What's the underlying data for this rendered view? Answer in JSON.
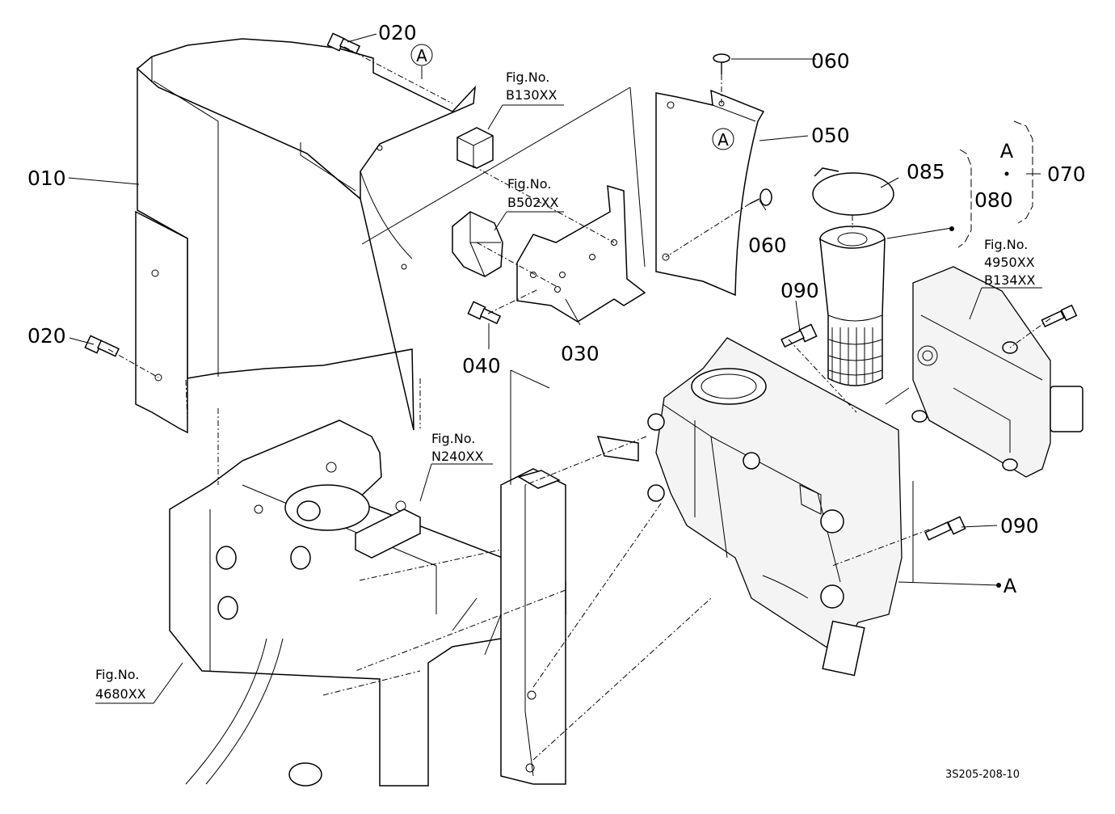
{
  "parts": {
    "p010": "010",
    "p020a": "020",
    "p020b": "020",
    "p030": "030",
    "p040": "040",
    "p050": "050",
    "p060a": "060",
    "p060b": "060",
    "p070": "070",
    "p080": "080",
    "p085": "085",
    "p090a": "090",
    "p090b": "090"
  },
  "refs": {
    "fig_prefix": "Fig.No.",
    "b130": "B130XX",
    "b502": "B502XX",
    "n240": "N240XX",
    "f4950": "4950XX",
    "b134": "B134XX",
    "f4680": "4680XX"
  },
  "markers": {
    "a_circle_1": "A",
    "a_circle_2": "A",
    "a_group": "A",
    "a_point": "A"
  },
  "drawing_code": "3S205-208-10"
}
